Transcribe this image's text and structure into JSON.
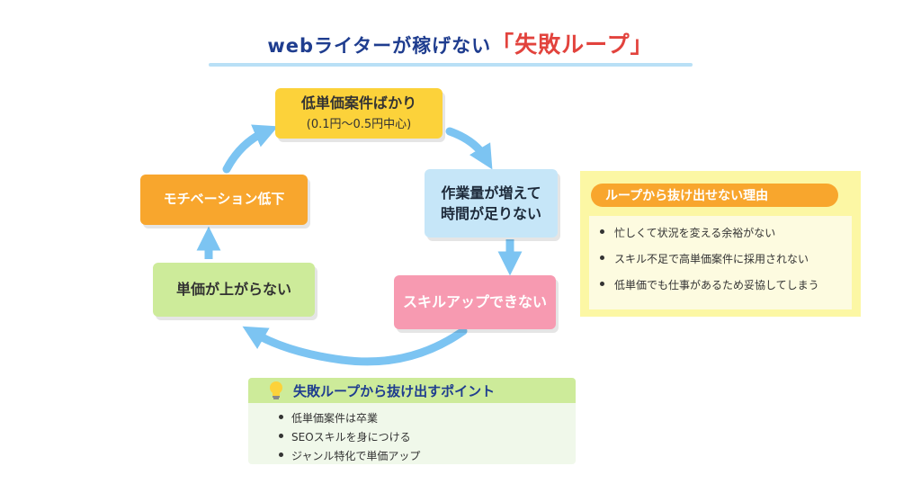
{
  "header": {
    "title": "webライターが稼げない",
    "title_accent": "「失敗ループ」"
  },
  "cycle": {
    "low_rate": {
      "label": "低単価案件ばかり",
      "sub": "(0.1円〜0.5円中心)"
    },
    "time": {
      "line1": "作業量が増えて",
      "line2": "時間が足りない"
    },
    "no_skill": {
      "label": "スキルアップできない"
    },
    "price": {
      "label": "単価が上がらない"
    },
    "motivation": {
      "label": "モチベーション低下"
    }
  },
  "reasons": {
    "title": "ループから抜け出せない理由",
    "items": [
      "忙しくて状況を変える余裕がない",
      "スキル不足で高単価案件に採用されない",
      "低単価でも仕事があるため妥協してしまう"
    ]
  },
  "tips": {
    "title": "失敗ループから抜け出すポイント",
    "items": [
      "低単価案件は卒業",
      "SEOスキルを身につける",
      "ジャンル特化で単価アップ"
    ]
  },
  "colors": {
    "title": "#1f3d8f",
    "accent": "#e2433d",
    "arrow": "#7cc4f2",
    "yellow": "#fcd23a",
    "orange": "#f8a62d",
    "blue": "#c6e6f8",
    "pink": "#f79ab1",
    "green": "#cdeb9a",
    "reason_bg": "#fcf7a4"
  },
  "icons": {
    "bulb": "lightbulb-icon"
  }
}
